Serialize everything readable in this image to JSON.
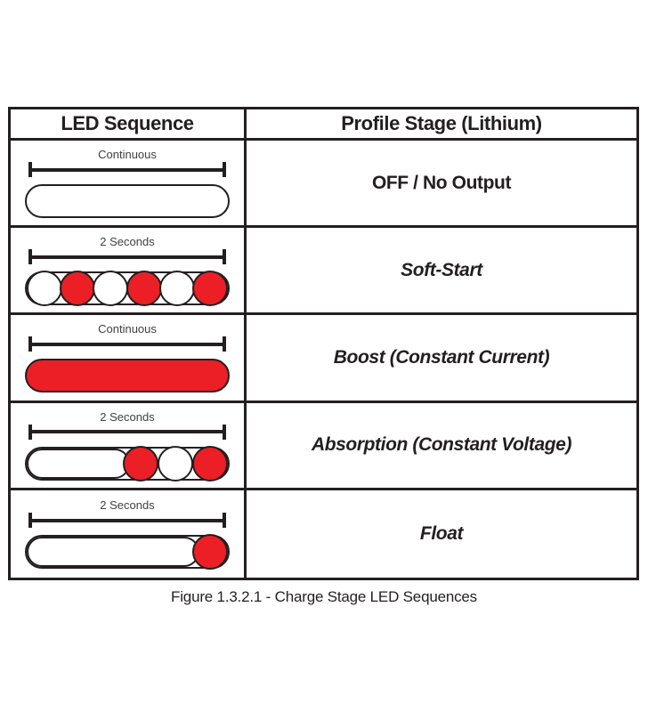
{
  "colors": {
    "line": "#231F20",
    "led_red": "#EC1F26",
    "led_off": "#FFFFFF",
    "duration_text": "#414042"
  },
  "table": {
    "headers": [
      "LED Sequence",
      "Profile Stage (Lithium)"
    ],
    "rows": [
      {
        "duration": "Continuous",
        "stage": "OFF / No Output",
        "stage_italic": false,
        "led": {
          "pill_fill": "#FFFFFF",
          "circles": [],
          "align": "spread"
        }
      },
      {
        "duration": "2 Seconds",
        "stage": "Soft-Start",
        "stage_italic": true,
        "led": {
          "pill_fill": "#FFFFFF",
          "circles": [
            "#FFFFFF",
            "#EC1F26",
            "#FFFFFF",
            "#EC1F26",
            "#FFFFFF",
            "#EC1F26"
          ],
          "align": "spread"
        }
      },
      {
        "duration": "Continuous",
        "stage": "Boost (Constant Current)",
        "stage_italic": true,
        "led": {
          "pill_fill": "#EC1F26",
          "circles": [],
          "align": "spread"
        }
      },
      {
        "duration": "2 Seconds",
        "stage": "Absorption (Constant Voltage)",
        "stage_italic": true,
        "led": {
          "pill_fill": "#FFFFFF",
          "segment": "#FFFFFF",
          "circles": [
            "#EC1F26",
            "#FFFFFF",
            "#EC1F26"
          ],
          "align": "right"
        }
      },
      {
        "duration": "2 Seconds",
        "stage": "Float",
        "stage_italic": true,
        "led": {
          "pill_fill": "#FFFFFF",
          "segment": "#FFFFFF",
          "circles": [
            "#EC1F26"
          ],
          "align": "right"
        }
      }
    ]
  },
  "caption": "Figure 1.3.2.1 - Charge Stage LED Sequences"
}
